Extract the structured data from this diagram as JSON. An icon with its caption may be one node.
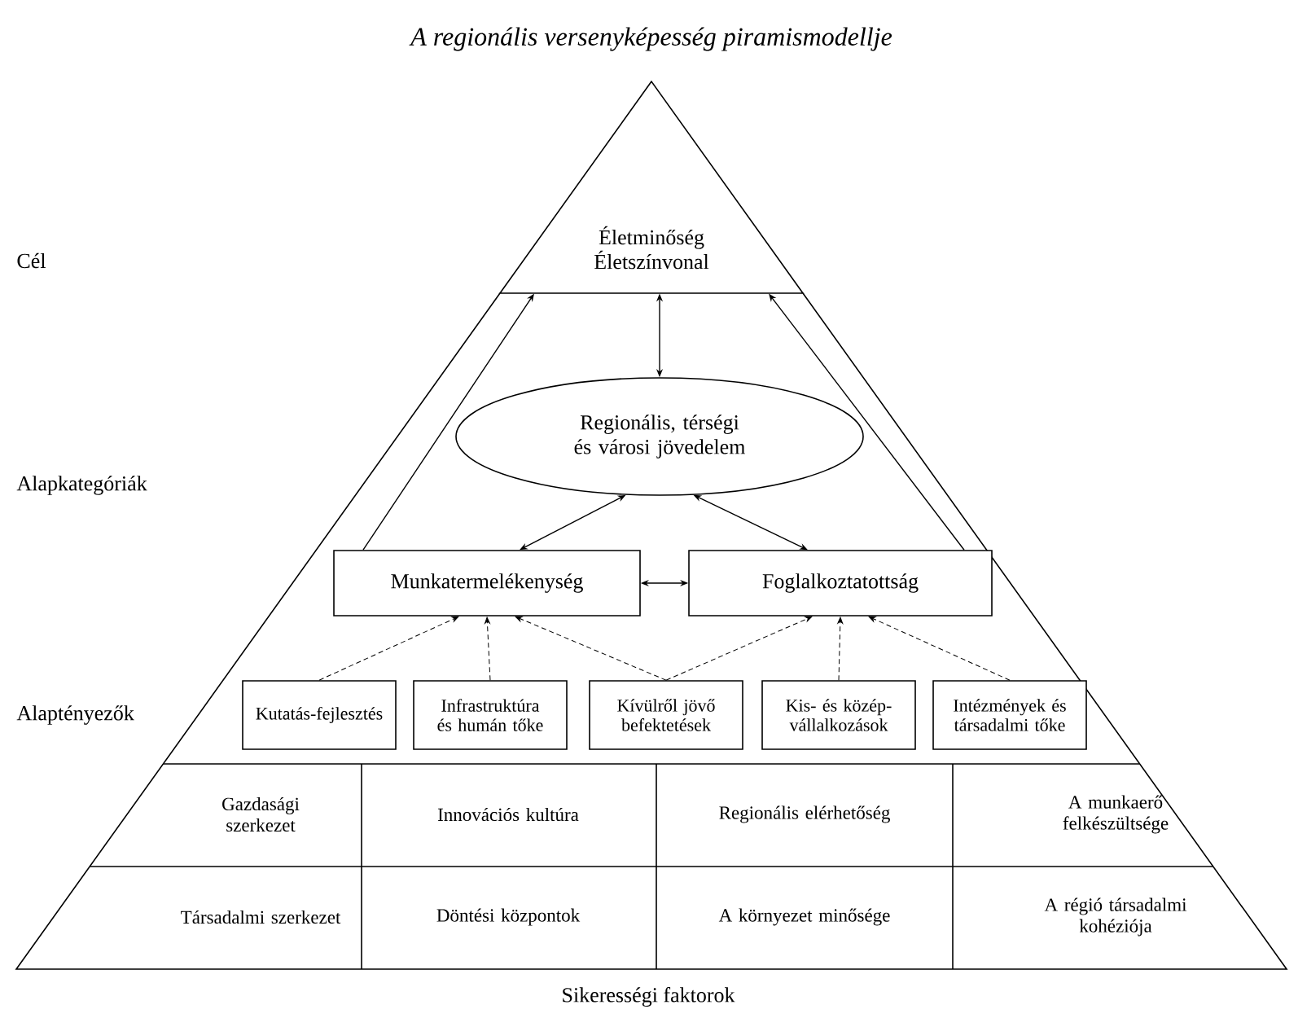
{
  "diagram": {
    "title": "A regionális versenyképesség piramismodellje",
    "nodes": [
      {
        "text": [
          "Életminőség Életszínvonal"
        ]
      },
      {
        "text": [
          "Regionális, térségi és városi jövedelem"
        ]
      },
      {
        "text": [
          "Munkatermelékenység"
        ]
      },
      {
        "text": [
          "Foglalkoztatottság"
        ]
      },
      {
        "text": [
          "Kutatás-fejlesztés"
        ]
      },
      {
        "text": [
          "Infrastruktúra és humán tőke"
        ]
      },
      {
        "text": [
          "Kívülről jövő befektetések"
        ]
      },
      {
        "text": [
          "Kis- és közép-vállalkozások"
        ]
      },
      {
        "text": [
          "Intézmények és társadalmi tőke"
        ]
      },
      {
        "text": [
          "Gazdasági szerkezet"
        ]
      },
      {
        "text": [
          "Innovációs kultúra"
        ]
      },
      {
        "text": [
          "Regionális elérhetőség"
        ]
      },
      {
        "text": [
          "A munkaerő felkészültsége"
        ]
      },
      {
        "text": [
          "Társadalmi szerkezet"
        ]
      },
      {
        "text": [
          "Döntési központok"
        ]
      },
      {
        "text": [
          "A környezet minősége"
        ]
      },
      {
        "text": [
          "A régió társadalmi kohéziója"
        ]
      }
    ],
    "edges": [
      {
        "from": 1,
        "to": 0,
        "arrow": "both"
      },
      {
        "from": 2,
        "to": 0,
        "arrow": "to"
      },
      {
        "from": 3,
        "to": 0,
        "arrow": "to"
      },
      {
        "from": 2,
        "to": 1,
        "arrow": "both"
      },
      {
        "from": 3,
        "to": 1,
        "arrow": "both"
      },
      {
        "from": 2,
        "to": 3,
        "arrow": "both"
      },
      {
        "from": 4,
        "to": 2,
        "arrow": "to",
        "style": "dashed"
      },
      {
        "from": 5,
        "to": 2,
        "arrow": "to",
        "style": "dashed"
      },
      {
        "from": 6,
        "to": 2,
        "arrow": "to",
        "style": "dashed"
      },
      {
        "from": 6,
        "to": 3,
        "arrow": "to",
        "style": "dashed"
      },
      {
        "from": 7,
        "to": 3,
        "arrow": "to",
        "style": "dashed"
      },
      {
        "from": 8,
        "to": 3,
        "arrow": "to",
        "style": "dashed"
      }
    ],
    "labels": [
      "Cél",
      "Alapkategóriák",
      "Alaptényezők",
      "Sikerességi faktorok"
    ]
  }
}
